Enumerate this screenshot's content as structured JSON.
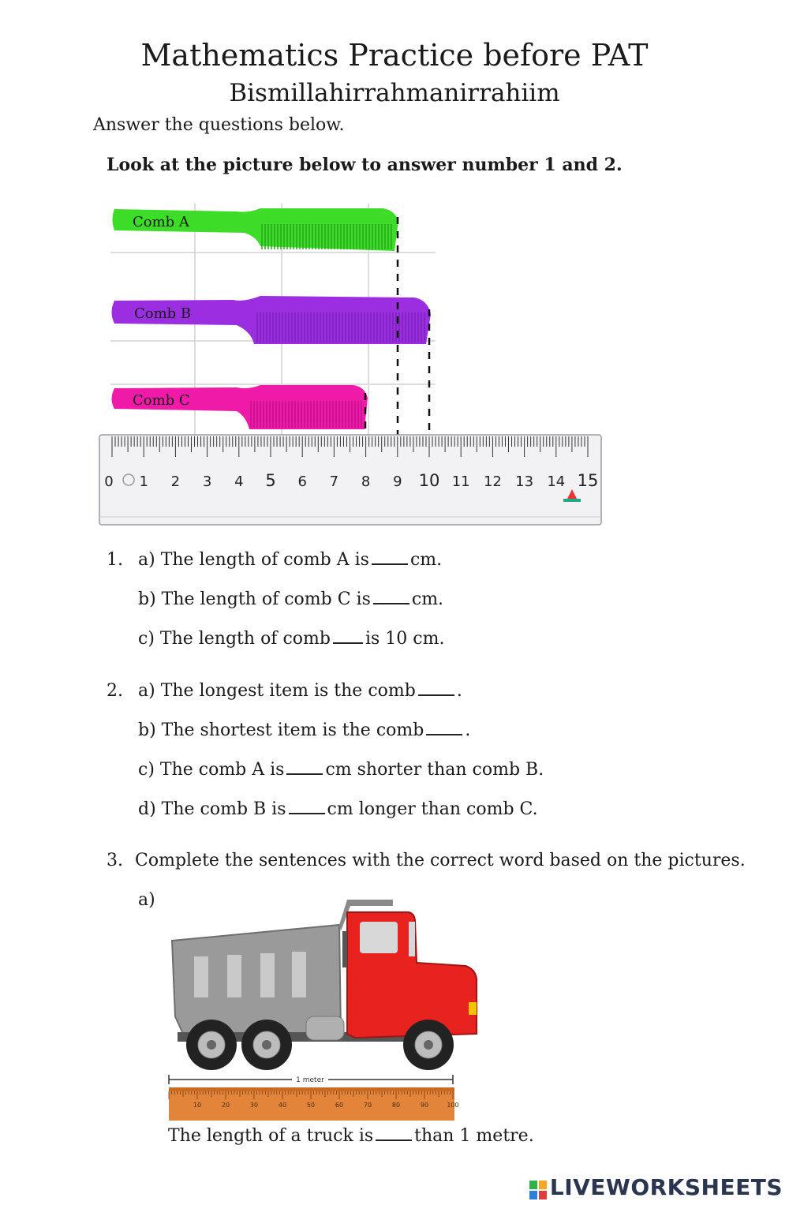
{
  "header": {
    "title": "Mathematics Practice before PAT",
    "subtitle": "Bismillahirrahmanirrahiim",
    "instruction": "Answer the questions below.",
    "picture_instruction": "Look at the picture below to answer number 1 and 2."
  },
  "combs": {
    "a_label": "Comb A",
    "b_label": "Comb B",
    "c_label": "Comb C",
    "a_color": "#3cdc28",
    "b_color": "#9b2ee0",
    "c_color": "#f01aa8"
  },
  "ruler": {
    "numbers": [
      "0",
      "1",
      "2",
      "3",
      "4",
      "5",
      "6",
      "7",
      "8",
      "9",
      "10",
      "11",
      "12",
      "13",
      "14",
      "15"
    ]
  },
  "q1": {
    "number": "1.",
    "a_pre": "a) The length of comb A is",
    "a_post": "cm.",
    "b_pre": "b) The length of comb C is",
    "b_post": "cm.",
    "c_pre": "c) The length of comb",
    "c_post": "is 10 cm."
  },
  "q2": {
    "number": "2.",
    "a_pre": "a) The longest item is the comb",
    "a_post": ".",
    "b_pre": "b) The shortest item is the comb",
    "b_post": ".",
    "c_pre": "c) The comb A is",
    "c_post": "cm shorter than comb B.",
    "d_pre": "d) The comb B is",
    "d_post": "cm longer than comb C."
  },
  "q3": {
    "number": "3.",
    "text": "Complete the sentences with the correct word based on the pictures.",
    "part": "a)",
    "meter_label": "1 meter",
    "meter_numbers": [
      "10",
      "20",
      "30",
      "40",
      "50",
      "60",
      "70",
      "80",
      "90",
      "100"
    ],
    "sentence_pre": "The length of a truck is",
    "sentence_post": "than 1 metre."
  },
  "footer": {
    "brand": "LIVEWORKSHEETS"
  }
}
